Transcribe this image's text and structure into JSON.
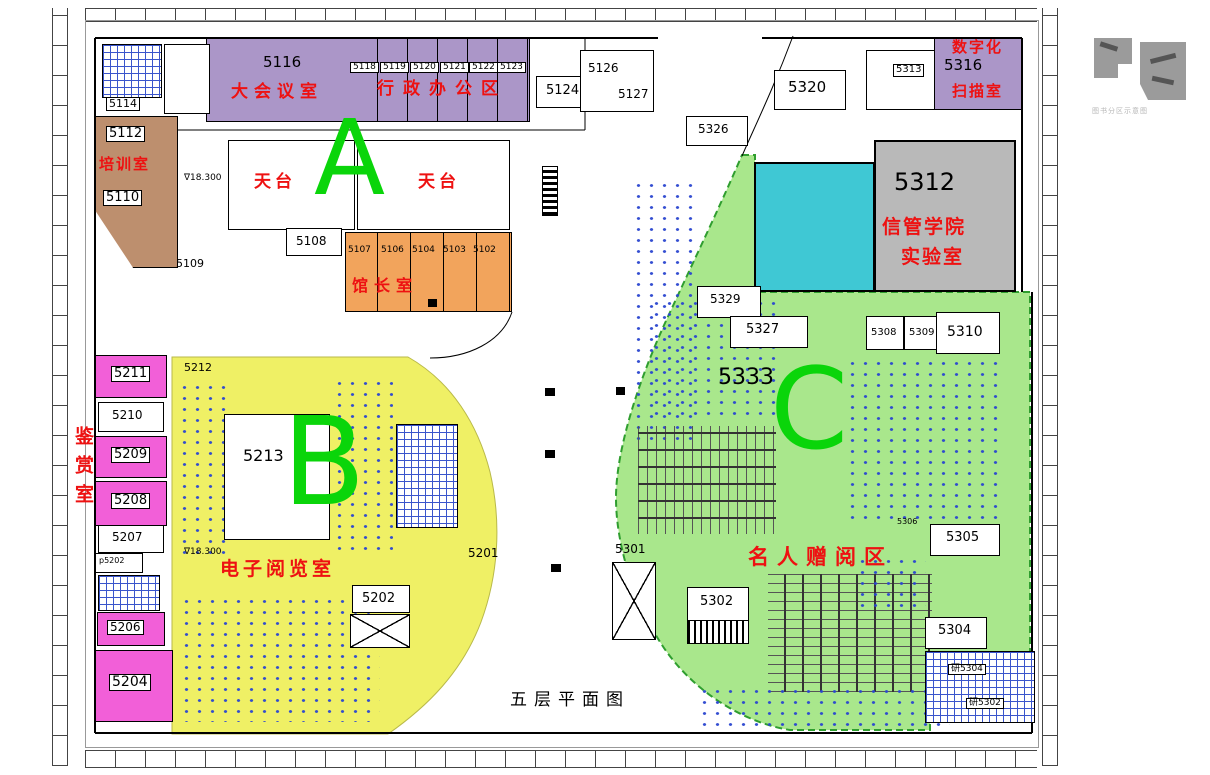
{
  "title": "五层平面图",
  "logo_caption": "图书分区示意图",
  "zone_letters": {
    "a": "A",
    "b": "B",
    "c": "C"
  },
  "labels": {
    "conference_room": "大会议室",
    "admin_area": "行政办公区",
    "training_room": "培训室",
    "terrace_left": "天台",
    "terrace_right": "天台",
    "director_room": "馆长室",
    "digital_line1": "数字化",
    "digital_line2": "扫描室",
    "infoschool_line1": "信管学院",
    "infoschool_line2": "实验室",
    "e_reading_room": "电子阅览室",
    "appreciation_room": "鉴赏室",
    "celebrity_area": "名人赠阅区"
  },
  "elevation": "18.300",
  "rooms": {
    "r5102": "5102",
    "r5103": "5103",
    "r5104": "5104",
    "r5106": "5106",
    "r5107": "5107",
    "r5108": "5108",
    "r5109": "5109",
    "r5110": "5110",
    "r5112": "5112",
    "r5114": "5114",
    "r5116": "5116",
    "r5118": "5118",
    "r5119": "5119",
    "r5120": "5120",
    "r5121": "5121",
    "r5122": "5122",
    "r5123": "5123",
    "r5124": "5124",
    "r5126": "5126",
    "r5127": "5127",
    "r5201": "5201",
    "r5202": "5202",
    "rp5202": "p5202",
    "r5204": "5204",
    "r5206": "5206",
    "r5207": "5207",
    "r5208": "5208",
    "r5209": "5209",
    "r5210": "5210",
    "r5211": "5211",
    "r5212": "5212",
    "r5213": "5213",
    "r5301": "5301",
    "r5302": "5302",
    "r5304": "5304",
    "r5305": "5305",
    "r5306": "5306",
    "r5308": "5308",
    "r5309": "5309",
    "r5310": "5310",
    "r5312": "5312",
    "r5313": "5313",
    "r5316": "5316",
    "r5320": "5320",
    "r5326": "5326",
    "r5327": "5327",
    "r5329": "5329",
    "r5333": "5333",
    "ry5304": "研5304",
    "ry5302": "研5302"
  },
  "colors": {
    "zone_admin_purple": "#ab96c8",
    "zone_training_brown": "#bd8f6e",
    "zone_director_orange": "#f2a45c",
    "zone_magenta": "#f25fd8",
    "zone_b_yellow": "#eff065",
    "zone_c_green": "#a9e78c",
    "zone_cyan": "#3fc8d4",
    "zone_gray": "#b9b9b9",
    "zone_letter_green": "#0ad50a",
    "label_red": "#ee1111",
    "furniture_blue": "#2a46d0"
  }
}
